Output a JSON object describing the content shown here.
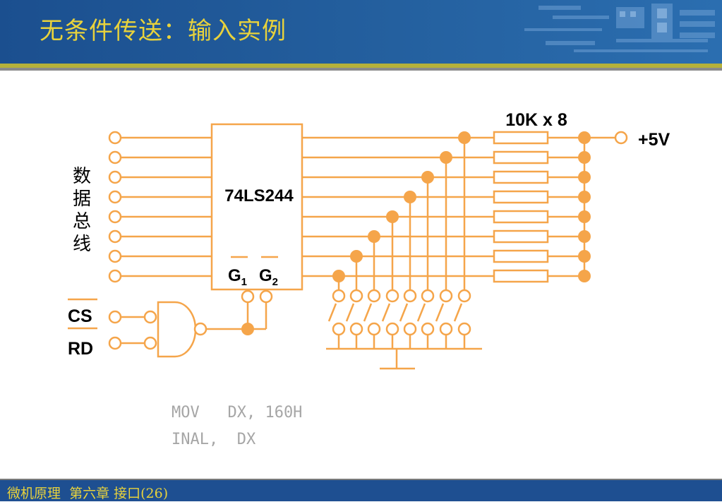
{
  "page": {
    "title": "无条件传送：输入实例"
  },
  "diagram": {
    "chip_label": "74LS244",
    "gate1_letter": "G",
    "gate1_sub": "1",
    "gate2_letter": "G",
    "gate2_sub": "2",
    "resistor_label": "10K x 8",
    "vcc_label": "+5V",
    "bus_label_chars": [
      "数",
      "据",
      "总",
      "线"
    ],
    "cs_label": "CS",
    "rd_label": "RD",
    "wire_color": "#f5a54a"
  },
  "code": {
    "line1": "MOV   DX, 160H",
    "line2": "INAL,  DX"
  },
  "footer": {
    "text": "微机原理  第六章 接口(26)"
  }
}
